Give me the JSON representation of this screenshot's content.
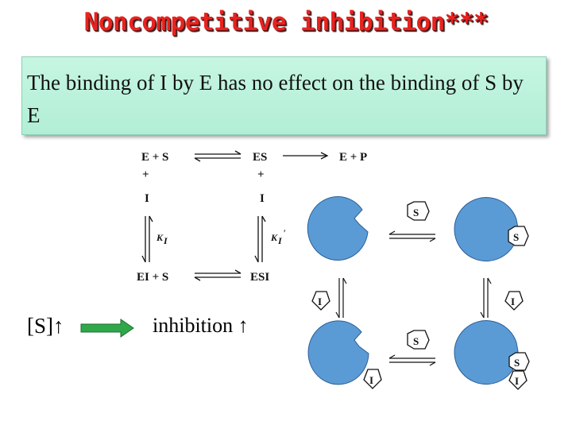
{
  "title": "Noncompetitive inhibition***",
  "statement": "The binding of I by E has no effect on the binding of S by E",
  "scheme": {
    "e_plus_s": "E + S",
    "es": "ES",
    "e_plus_p": "E + P",
    "plus_sign": "+",
    "i": "I",
    "ki": "K",
    "ki_sub": "I",
    "ki_prime": "'",
    "ei_plus_s": "EI + S",
    "esi": "ESI"
  },
  "bottom": {
    "substrate_increase": "[S]↑",
    "inhibition_increase": "inhibition ↑"
  },
  "cartoon": {
    "substrate": "S",
    "inhibitor": "I"
  },
  "colors": {
    "title": "#e8231f",
    "box": "#c2f4df",
    "enzyme": "#5b9bd5",
    "arrow": "#2fa84a"
  }
}
